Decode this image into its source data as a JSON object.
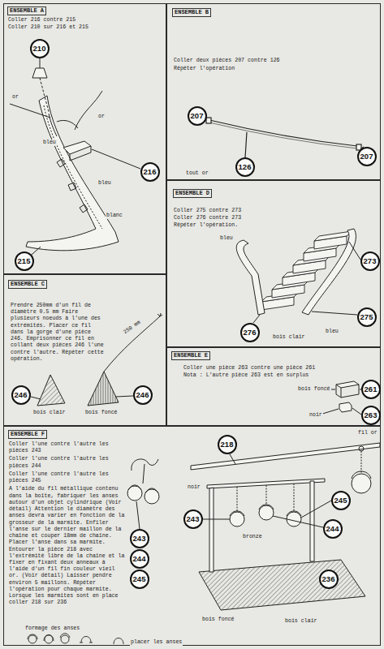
{
  "diagram": {
    "nodes": [
      {
        "text": [
          "ENSEMBLE A",
          "Coller 216 contre 215",
          "Coller 210 sur 216 et 215"
        ]
      },
      {
        "text": [
          "210"
        ],
        "in": 0
      },
      {
        "text": [
          "216"
        ],
        "in": 0
      },
      {
        "text": [
          "215"
        ],
        "in": 0
      },
      {
        "text": [
          "ENSEMBLE B",
          "Coller deux pièces 207 contre 126",
          "Répéter l'opération"
        ]
      },
      {
        "text": [
          "207"
        ],
        "in": 4
      },
      {
        "text": [
          "126"
        ],
        "in": 4
      },
      {
        "text": [
          "207"
        ],
        "in": 4
      },
      {
        "text": [
          "ENSEMBLE D",
          "Coller 275 contre 273",
          "Coller 276 contre 273",
          "Répéter l'opération."
        ]
      },
      {
        "text": [
          "273"
        ],
        "in": 8
      },
      {
        "text": [
          "276"
        ],
        "in": 8
      },
      {
        "text": [
          "275"
        ],
        "in": 8
      },
      {
        "text": [
          "ENSEMBLE C",
          "Prendre 250mm d'un fil de diamètre 0.5 mm Faire plusieurs noeuds à l'une des extrémités. Placer ce fil dans la gorge d'une pièce 246. Emprisonner ce fil en collant deux pièces 246 l'une contre l'autre. Répéter cette opération."
        ]
      },
      {
        "text": [
          "246"
        ],
        "in": 12
      },
      {
        "text": [
          "246"
        ],
        "in": 12
      },
      {
        "text": [
          "ENSEMBLE E",
          "Coller une pièce 263 contre une pièce 261",
          "Nota : L'autre pièce 263 est en surplus"
        ]
      },
      {
        "text": [
          "261"
        ],
        "in": 15
      },
      {
        "text": [
          "263"
        ],
        "in": 15
      },
      {
        "text": [
          "ENSEMBLE F",
          "Coller l'une contre l'autre les pièces 243",
          "Coller l'une contre l'autre les pièces 244",
          "Coller l'une contre l'autre les pièces 245",
          "A l'aide du fil métallique contenu dans la boîte, fabriquer les anses autour d'un objet cylindrique (Voir détail) Attention le diamètre des anses devra varier en fonction de la grosseur de la marmite. Enfiler l'anse sur le dernier maillon de la chaîne et couper 18mm de chaîne. Placer l'anse dans sa marmite. Entourer la pièce 218 avec l'extrémité libre de la chaîne et la fixer en fixant deux anneaux à l'aide d'un fil fin couleur vieil or. (Voir détail) Laisser pendre environ 5 maillons. Répéter l'opération pour chaque marmite. Lorsque les marmites sont en place coller 218 sur 236"
        ]
      },
      {
        "text": [
          "243"
        ],
        "in": 18
      },
      {
        "text": [
          "244"
        ],
        "in": 18
      },
      {
        "text": [
          "245"
        ],
        "in": 18
      },
      {
        "text": [
          "218"
        ],
        "in": 18
      },
      {
        "text": [
          "245"
        ],
        "in": 18
      },
      {
        "text": [
          "244"
        ],
        "in": 18
      },
      {
        "text": [
          "243"
        ],
        "in": 18
      },
      {
        "text": [
          "236"
        ],
        "in": 18
      }
    ],
    "labels": [
      "or",
      "or",
      "bleu",
      "bleu",
      "blanc",
      "tout or",
      "bleu",
      "bois clair",
      "bleu",
      "250 mm",
      "bois clair",
      "bois foncé",
      "bois foncé",
      "noir",
      "fil or",
      "noir",
      "bronze",
      "bois foncé",
      "bois clair",
      "formage des anses",
      "placer les anses"
    ]
  }
}
